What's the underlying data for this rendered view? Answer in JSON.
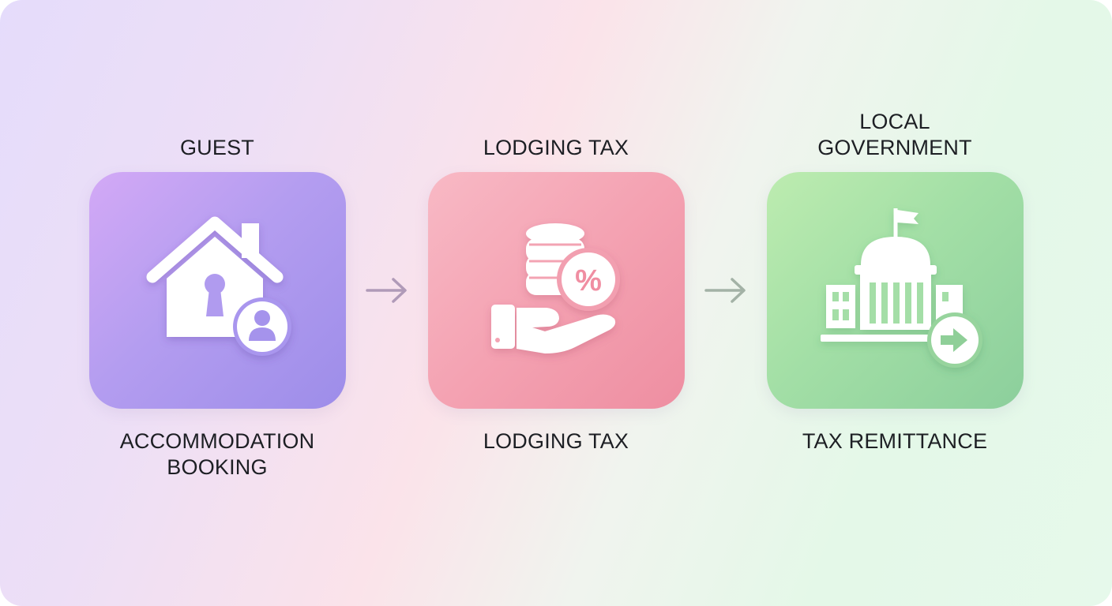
{
  "steps": [
    {
      "top_label": "GUEST",
      "bottom_label": "ACCOMMODATION\nBOOKING",
      "icon": "house-keyhole-user-icon",
      "color": "#b49df0"
    },
    {
      "top_label": "LODGING TAX",
      "bottom_label": "LODGING TAX",
      "icon": "hand-coins-percent-icon",
      "color": "#f4a2b2"
    },
    {
      "top_label": "LOCAL\nGOVERNMENT",
      "bottom_label": "TAX REMITTANCE",
      "icon": "government-building-arrow-icon",
      "color": "#a3dfa6"
    }
  ],
  "connectors": [
    {
      "icon": "arrow-right-icon",
      "color": "#b09ab8"
    },
    {
      "icon": "arrow-right-icon",
      "color": "#a3b2a6"
    }
  ]
}
